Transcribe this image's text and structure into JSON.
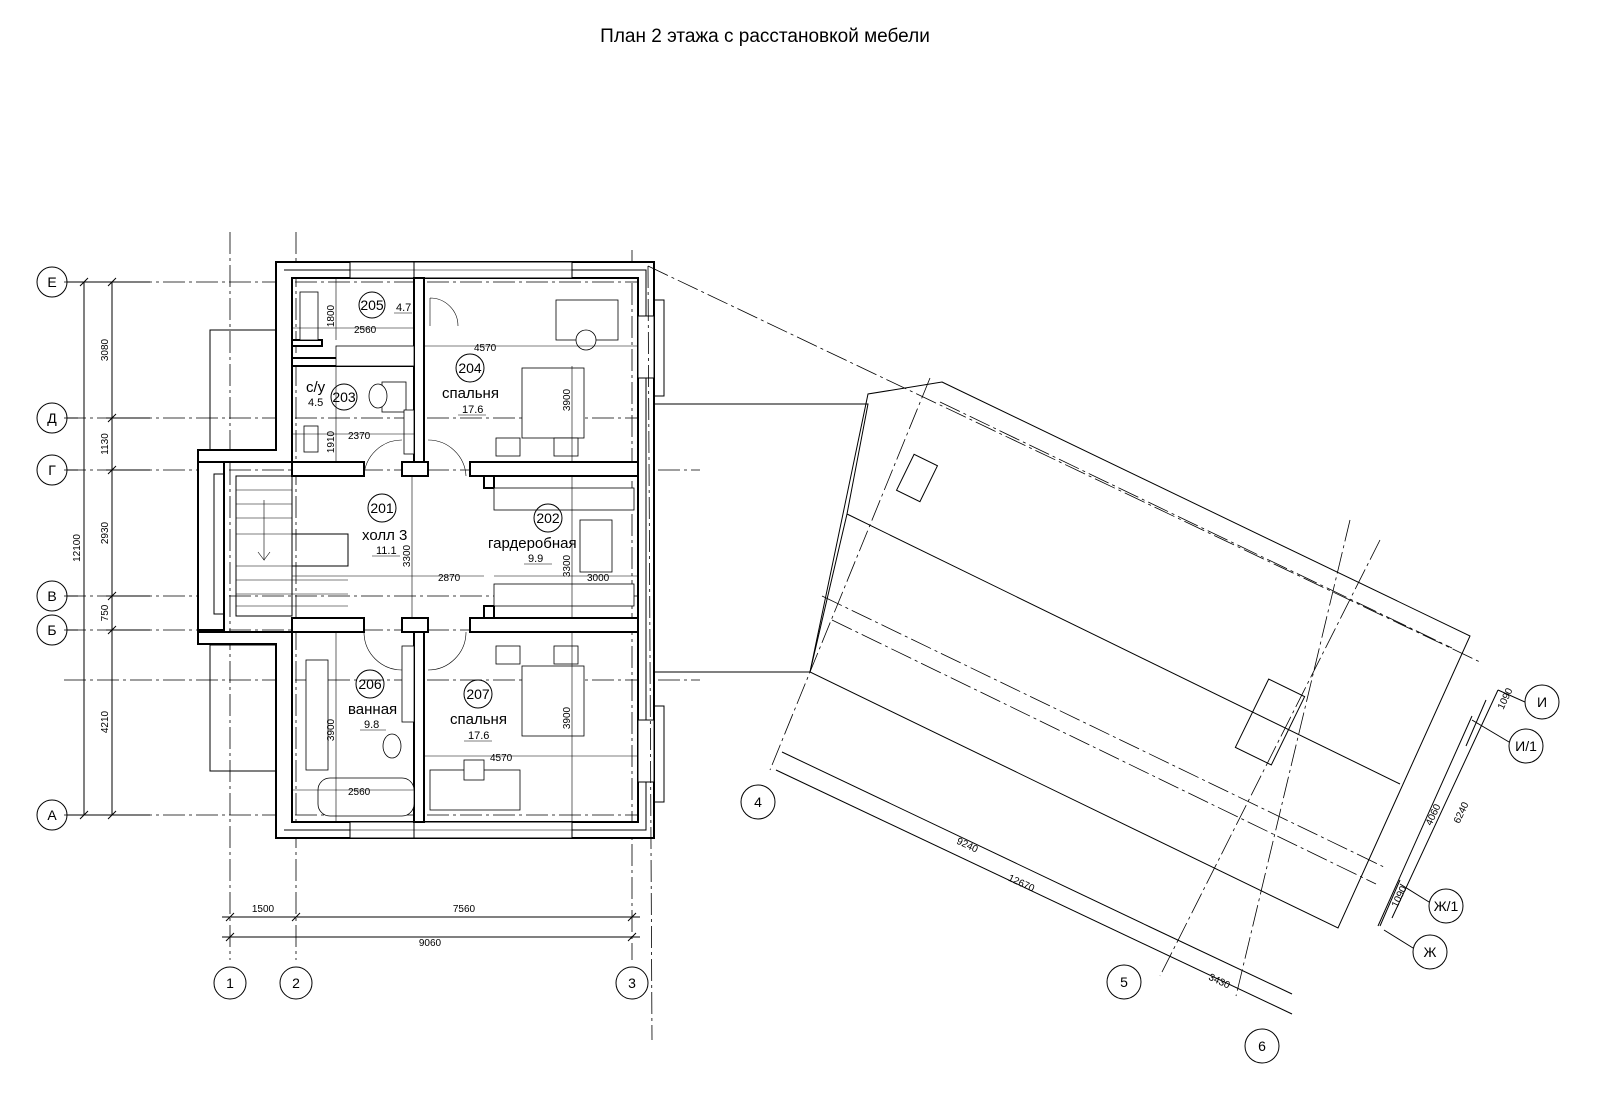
{
  "title": "План 2 этажа с расстановкой мебели",
  "rooms": [
    {
      "number": "201",
      "name": "холл 3",
      "area": "11.1"
    },
    {
      "number": "202",
      "name": "гардеробная",
      "area": "9.9"
    },
    {
      "number": "203",
      "name": "с/у",
      "area": "4.5"
    },
    {
      "number": "204",
      "name": "спальня",
      "area": "17.6"
    },
    {
      "number": "205",
      "name": "",
      "area": "4.7"
    },
    {
      "number": "206",
      "name": "ванная",
      "area": "9.8"
    },
    {
      "number": "207",
      "name": "спальня",
      "area": "17.6"
    }
  ],
  "axes": {
    "rows": [
      "Е",
      "Д",
      "Г",
      "В",
      "Б",
      "А"
    ],
    "cols": [
      "1",
      "2",
      "3"
    ],
    "roof_cols": [
      "4",
      "5",
      "6"
    ],
    "roof_rows": [
      "И",
      "И/1",
      "Ж/1",
      "Ж"
    ]
  },
  "dims": {
    "left_outer": "12100",
    "left": [
      "3080",
      "1130",
      "2930",
      "750",
      "4210"
    ],
    "bottom": [
      "1500",
      "7560"
    ],
    "bottom_total": "9060",
    "inner": {
      "d1800": "1800",
      "d2560a": "2560",
      "d4570a": "4570",
      "d3900a": "3900",
      "d2370": "2370",
      "d1910": "1910",
      "d3300a": "3300",
      "d2870": "2870",
      "d3300b": "3300",
      "d3000": "3000",
      "d3900b": "3900",
      "d3900c": "3900",
      "d4570b": "4570",
      "d2560b": "2560"
    },
    "roof": {
      "d9240": "9240",
      "d12670": "12670",
      "d3430": "3430",
      "d1090a": "1090",
      "d4060": "4060",
      "d6240": "6240",
      "d1090b": "1090"
    }
  }
}
